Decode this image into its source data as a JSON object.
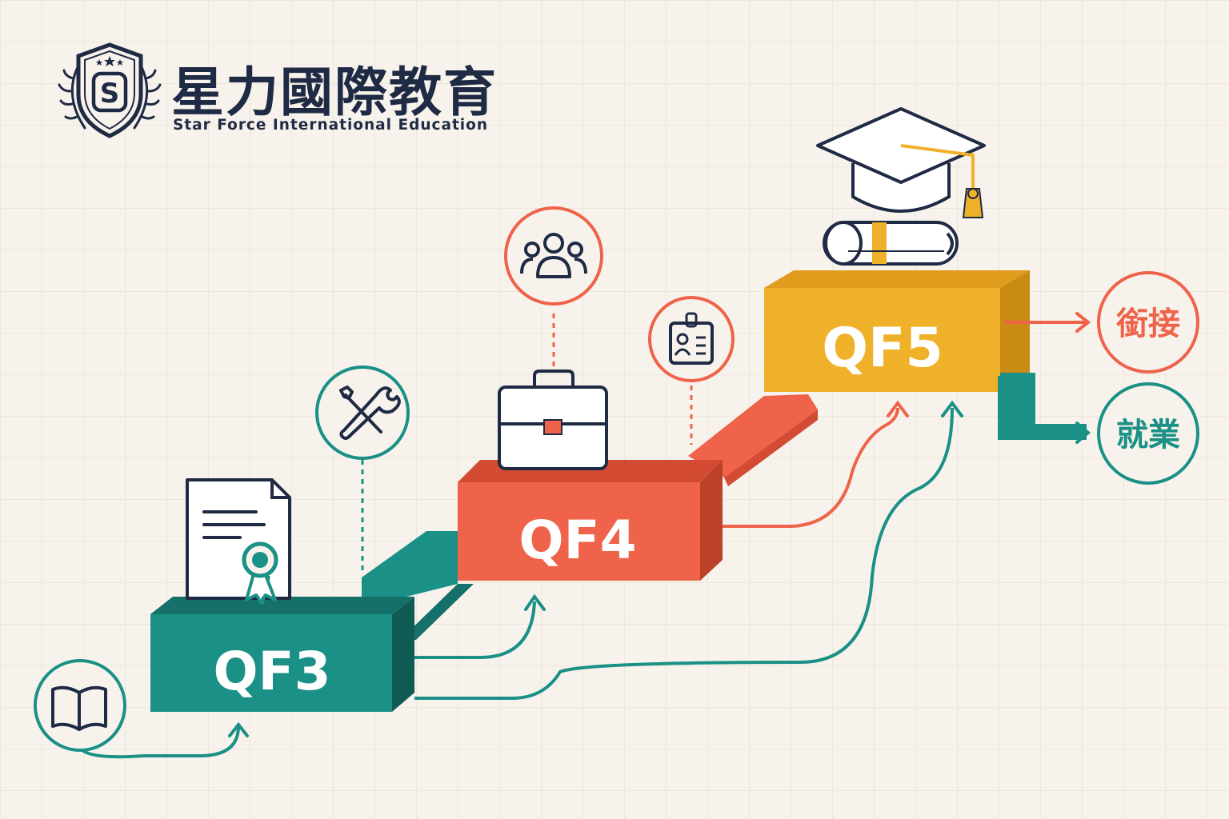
{
  "brand": {
    "logo_letter": "S",
    "name_cn": "星力國際教育",
    "name_en": "Star Force International Education"
  },
  "levels": [
    {
      "label": "QF3",
      "color": "#1a9086"
    },
    {
      "label": "QF4",
      "color": "#ef634a"
    },
    {
      "label": "QF5",
      "color": "#f0b12a"
    }
  ],
  "outcomes": [
    {
      "label": "銜接",
      "color": "#ef634a"
    },
    {
      "label": "就業",
      "color": "#1a9086"
    }
  ],
  "icons": [
    "open-book-icon",
    "certificate-icon",
    "tools-icon",
    "briefcase-icon",
    "team-icon",
    "id-badge-icon",
    "graduation-cap-icon",
    "diploma-scroll-icon"
  ],
  "colors": {
    "teal": "#1a9086",
    "coral": "#ef634a",
    "gold": "#f0b12a",
    "navy": "#1f2a44",
    "background": "#f7f3ec"
  }
}
